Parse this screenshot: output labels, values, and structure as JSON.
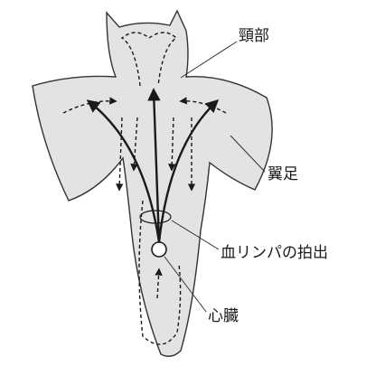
{
  "labels": {
    "head": "頸部",
    "wing": "翼足",
    "pump": "血リンパの拍出",
    "heart": "心臓"
  },
  "colors": {
    "body_fill": "#e3e3e3",
    "outline": "#333333",
    "flow": "#1a1a1a"
  }
}
